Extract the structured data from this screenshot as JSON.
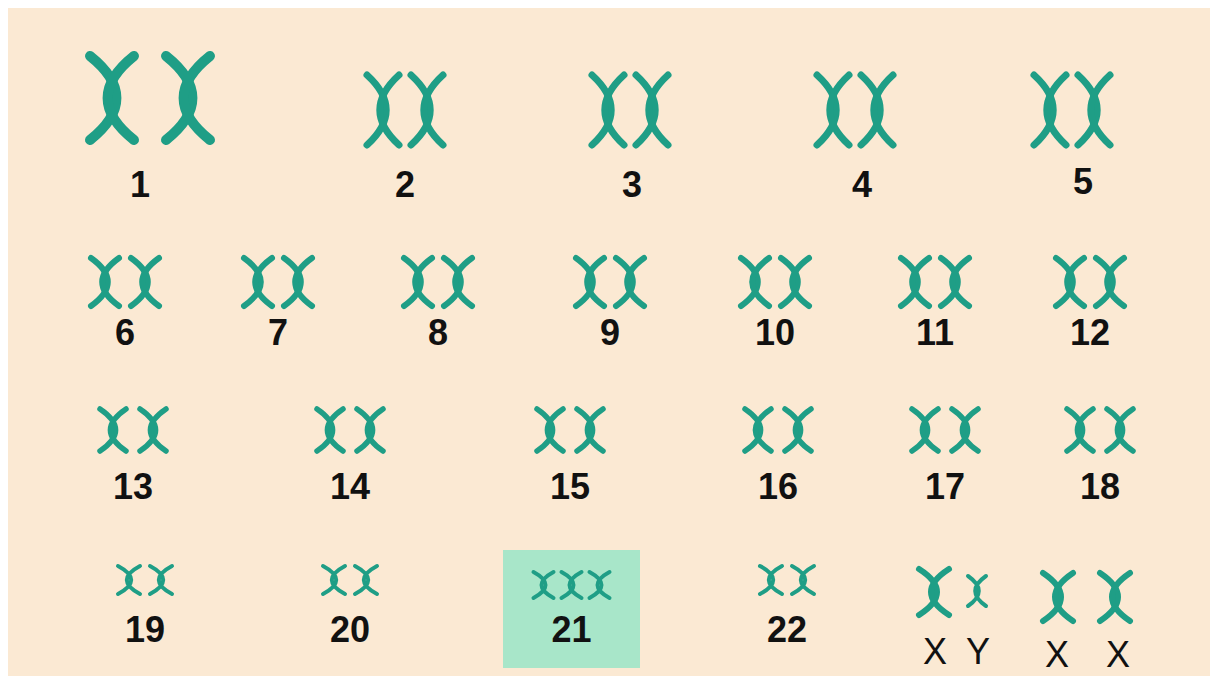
{
  "diagram": {
    "nodes": [
      {
        "text": [
          "21"
        ]
      }
    ],
    "labels": [
      "1",
      "2",
      "3",
      "4",
      "5",
      "6",
      "7",
      "8",
      "9",
      "10",
      "11",
      "12",
      "13",
      "14",
      "15",
      "16",
      "17",
      "18",
      "19",
      "20",
      "22",
      "X",
      "Y",
      "X",
      "X"
    ]
  }
}
